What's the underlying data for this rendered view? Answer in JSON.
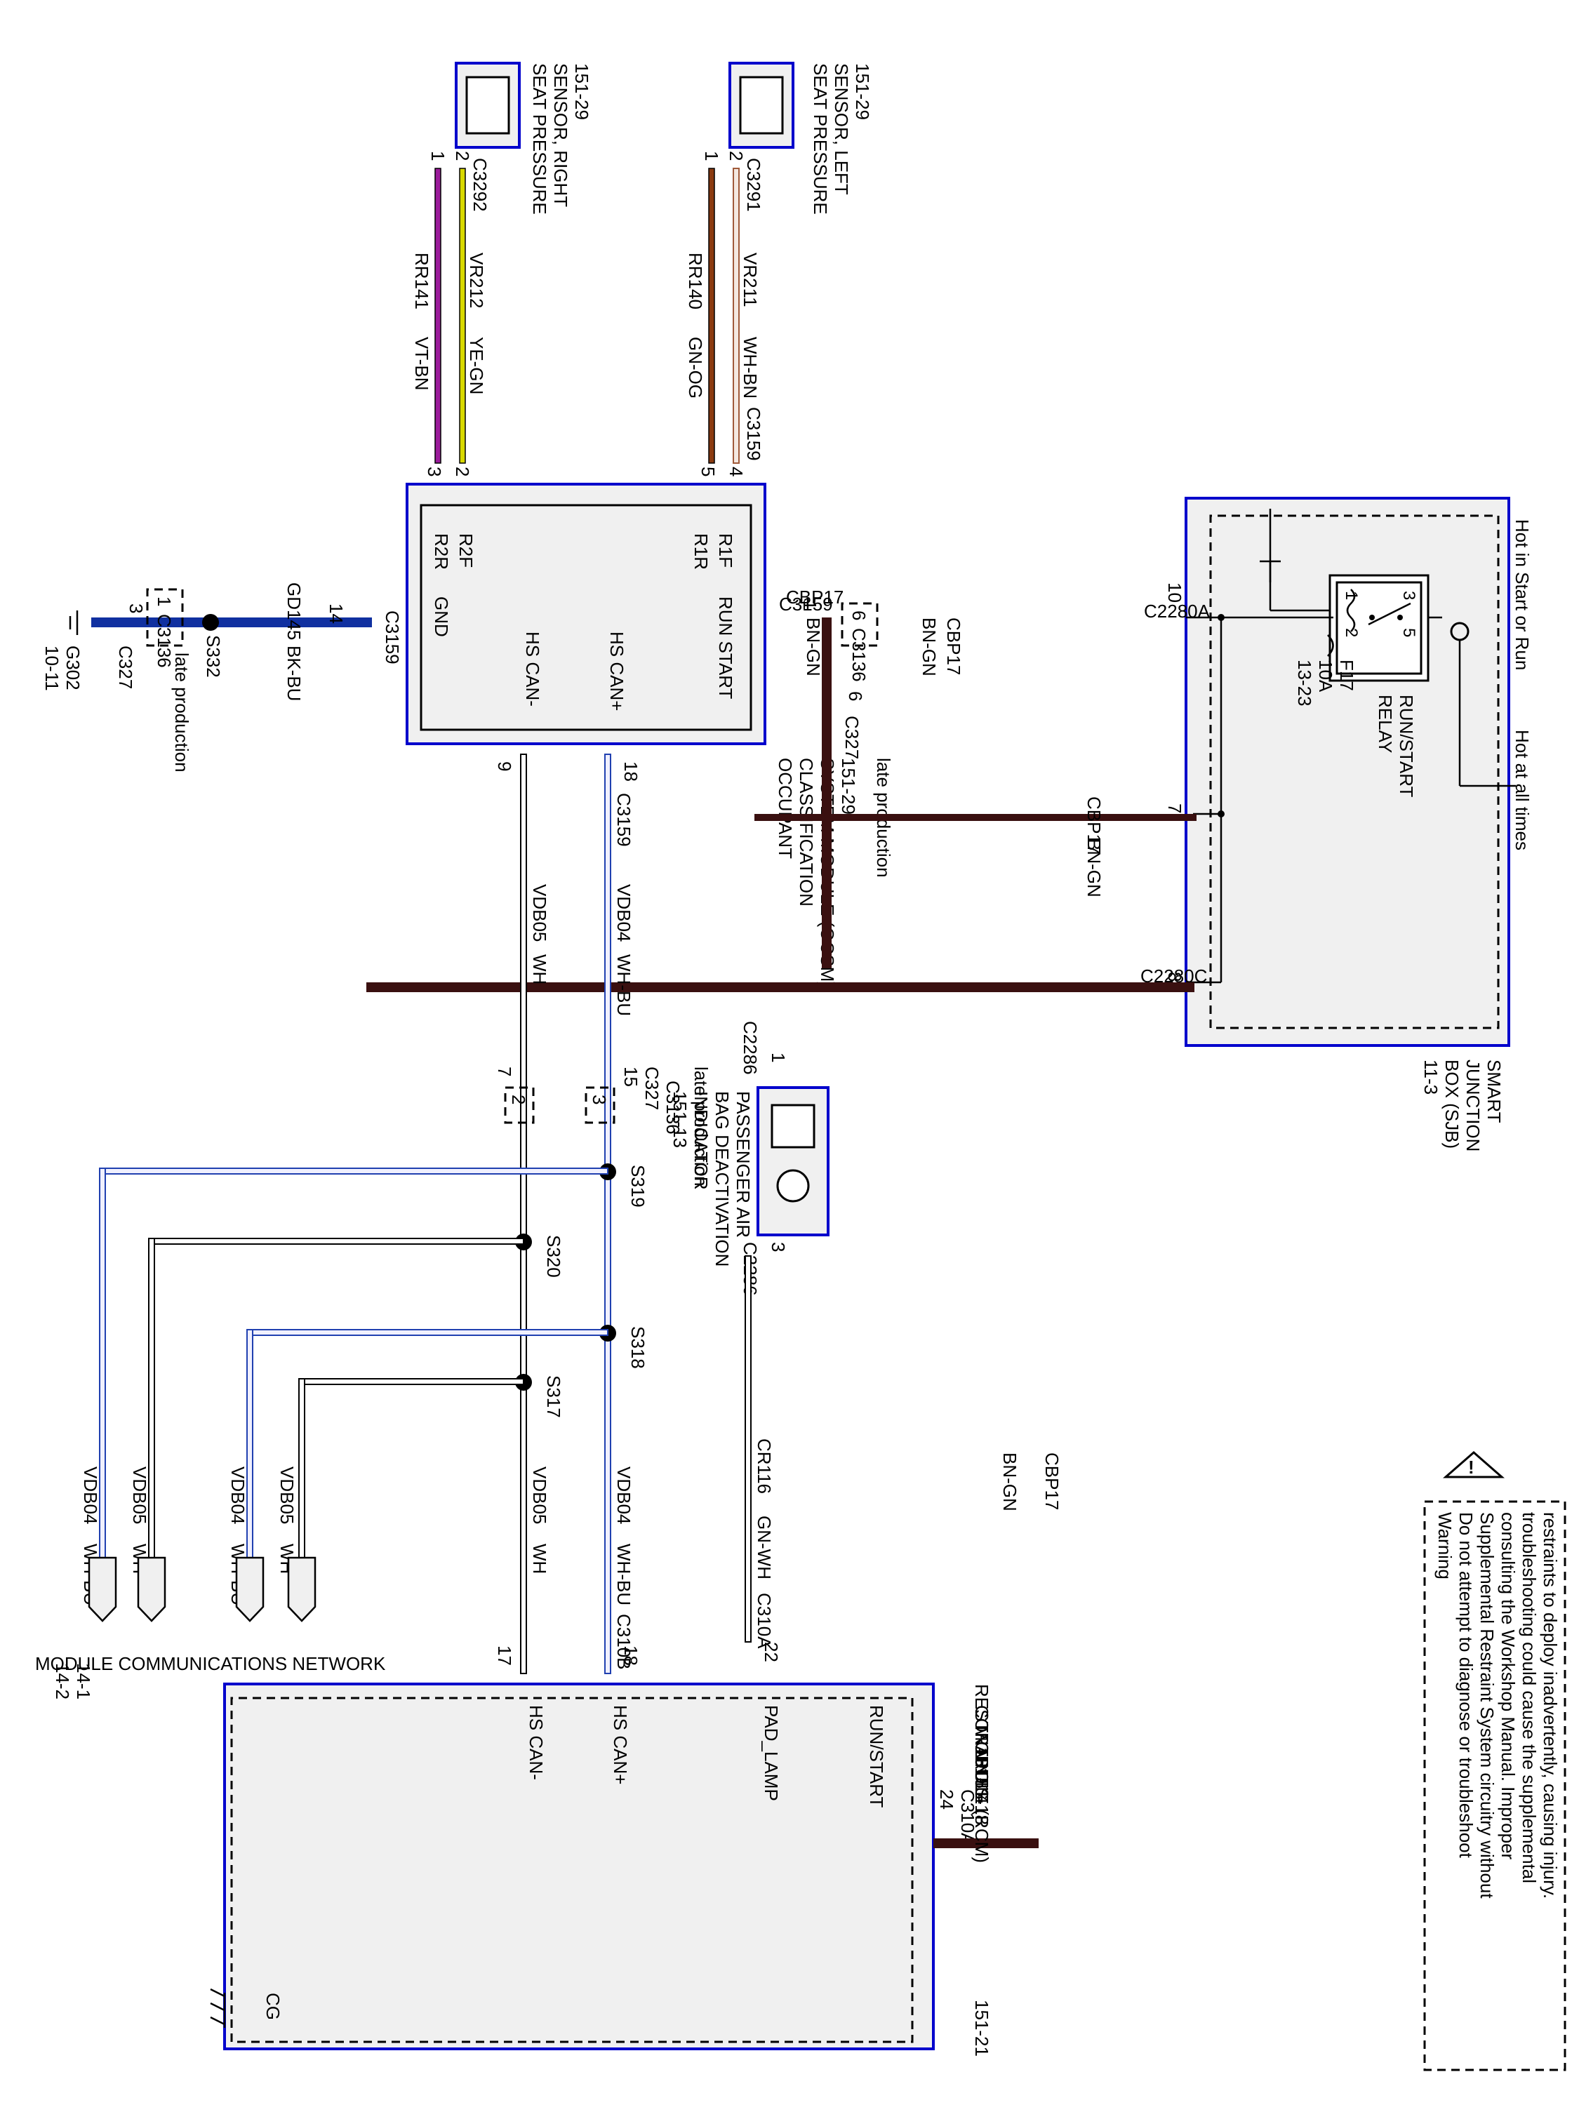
{
  "warning": {
    "title": "Warning",
    "lines": [
      "Do not attempt to diagnose or troubleshoot",
      "Supplemental Restraint System circuitry without",
      "consulting the Workshop Manual. Improper",
      "troubleshooting could cause the supplemental",
      "restraints to deploy inadvertently, causing injury."
    ]
  },
  "sjb": {
    "lines": [
      "SMART",
      "JUNCTION",
      "BOX (SJB)",
      "11-3"
    ],
    "hot_start_run": "Hot in Start or Run",
    "hot_all_times": "Hot at all times",
    "relay_lines": [
      "RUN/START",
      "RELAY"
    ],
    "relay_pins": [
      "1",
      "2",
      "3",
      "5"
    ],
    "fuse_lines": [
      "F17",
      "10A",
      "13-23"
    ],
    "c2280a_pin": "10",
    "c2280a": "C2280A",
    "c2280c_pin7": "7",
    "c2280c_pin8": "8",
    "c2280c": "C2280C"
  },
  "sensor_left": {
    "lines": [
      "SEAT PRESSURE",
      "SENSOR, LEFT",
      "151-29"
    ],
    "connector": "C3291",
    "pin1": "1",
    "pin2": "2"
  },
  "sensor_right": {
    "lines": [
      "SEAT PRESSURE",
      "SENSOR, RIGHT",
      "151-29"
    ],
    "connector": "C3292",
    "pin1": "1",
    "pin2": "2"
  },
  "wires": {
    "vr211": "VR211",
    "wh_bn": "WH-BN",
    "rr140": "RR140",
    "gn_og": "GN-OG",
    "vr212": "VR212",
    "ye_gn": "YE-GN",
    "rr141": "RR141",
    "vt_bn": "VT-BN",
    "cbp17": "CBP17",
    "bn_gn": "BN-GN",
    "gd145": "GD145",
    "bk_bu": "BK-BU",
    "vdb04": "VDB04",
    "wh_bu": "WH-BU",
    "vdb05": "VDB05",
    "wh": "WH",
    "cr116": "CR116",
    "gn_wh": "GN-WH"
  },
  "ocsm": {
    "lines": [
      "OCCUPANT",
      "CLASSIFICATION",
      "SYSTEM MODULE (OCSM)",
      "151-29"
    ],
    "connector": "C3159",
    "pins": {
      "r1f": "R1F",
      "r1r": "R1R",
      "r2f": "R2F",
      "r2r": "R2R",
      "run_start": "RUN START",
      "gnd": "GND",
      "hs_can_plus": "HS CAN+",
      "hs_can_minus": "HS CAN-"
    },
    "pin_numbers": {
      "p4": "4",
      "p5": "5",
      "p2": "2",
      "p3": "3",
      "p1": "1",
      "p14": "14",
      "p18": "18",
      "p9": "9"
    }
  },
  "connectors": {
    "c327": "C327",
    "c3136": "C3136",
    "late_production": "late production",
    "p6": "6",
    "p6b": "6",
    "p1": "1",
    "p3": "3",
    "p15": "15",
    "p3b": "3",
    "p7": "7",
    "p2": "2"
  },
  "ground": {
    "splice": "S332",
    "g302": "G302",
    "g302_ref": "10-11"
  },
  "splices": {
    "s319": "S319",
    "s320": "S320",
    "s318": "S318",
    "s317": "S317"
  },
  "indicator": {
    "lines": [
      "PASSENGER AIR",
      "BAG DEACTIVATION",
      "INDICATOR",
      "151-13"
    ],
    "connector": "C2286",
    "pin1": "1",
    "pin3": "3"
  },
  "rcm": {
    "lines": [
      "RESTRAINTS",
      "CONTROL",
      "MODULE (RCM)",
      "151-14",
      "151-18",
      "151-21"
    ],
    "pins": {
      "run_start": "RUN/START",
      "pad_lamp": "PAD_LAMP",
      "hs_can_plus": "HS CAN+",
      "hs_can_minus": "HS CAN-",
      "cg": "CG"
    },
    "c310a": "C310A",
    "c310b": "C310B",
    "pin24": "24",
    "pin22": "22",
    "pin18": "18",
    "pin17": "17"
  },
  "network": {
    "lines": [
      "MODULE COMMUNICATIONS NETWORK",
      "14-1",
      "14-2"
    ]
  },
  "colors": {
    "module_border": "#0000cc",
    "cbp17": "#3a1010",
    "vt_bn": "#9b1b9b",
    "ye_gn": "#d8d800",
    "gn_og": "#8a3a10",
    "wh_bn": "#a05a3a",
    "bk_bu": "#1030a0",
    "wh_bu": "#2040b0"
  }
}
